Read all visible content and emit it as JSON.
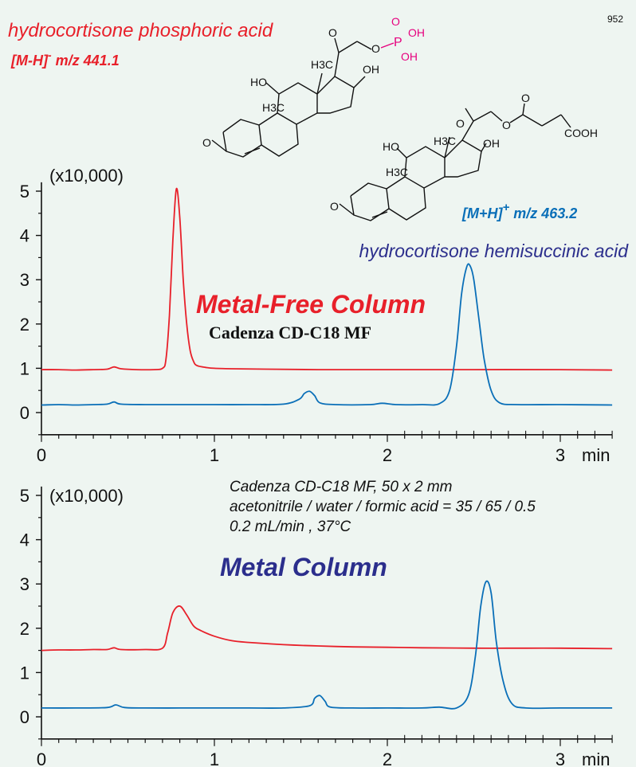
{
  "page_number": "952",
  "colors": {
    "red": "#e8202a",
    "blue": "#0a6fb8",
    "navy": "#2b2e8c",
    "magenta": "#e6007e",
    "ink": "#111111"
  },
  "top": {
    "compound1_name": "hydrocortisone phosphoric acid",
    "compound1_ion_a": "[M-H]",
    "compound1_ion_sup": "-",
    "compound1_ion_b": " m/z 441.1",
    "compound2_name": "hydrocortisone hemisuccinic acid",
    "compound2_ion_a": "[M+H]",
    "compound2_ion_sup": "+",
    "compound2_ion_b": " m/z 463.2",
    "column_title": "Metal-Free Column",
    "column_product": "Cadenza CD-C18 MF",
    "multiplier": "(x10,000)"
  },
  "bottom": {
    "column_title": "Metal Column",
    "multiplier": "(x10,000)",
    "conditions": [
      "Cadenza CD-C18 MF, 50 x 2 mm",
      "acetonitrile / water / formic acid  = 35 / 65 / 0.5",
      "0.2 mL/min ,  37°C"
    ]
  },
  "structures": {
    "phos_labels": [
      "HO",
      "H3C",
      "H3C",
      "OH",
      "O",
      "O",
      "O",
      "P",
      "O",
      "OH",
      "OH"
    ],
    "succ_labels": [
      "HO",
      "H3C",
      "H3C",
      "OH",
      "O",
      "O",
      "O",
      "O",
      "COOH"
    ]
  },
  "chart_data": [
    {
      "type": "line",
      "title": "Metal-Free Column",
      "xlabel": "min",
      "ylabel": "(x10,000)",
      "xlim": [
        0,
        3.3
      ],
      "ylim": [
        -0.5,
        5.2
      ],
      "x_ticks": [
        0,
        1,
        2,
        3
      ],
      "x_tick_labels": [
        "0",
        "1",
        "2",
        "3"
      ],
      "y_ticks": [
        0,
        1,
        2,
        3,
        4,
        5
      ],
      "y_tick_labels": [
        "0",
        "1",
        "2",
        "3",
        "4",
        "5"
      ],
      "series": [
        {
          "name": "hydrocortisone phosphoric acid",
          "color": "#e8202a",
          "x": [
            0,
            0.1,
            0.2,
            0.3,
            0.38,
            0.42,
            0.46,
            0.55,
            0.65,
            0.7,
            0.72,
            0.74,
            0.76,
            0.78,
            0.8,
            0.82,
            0.84,
            0.86,
            0.88,
            0.9,
            0.95,
            1.0,
            1.1,
            1.3,
            1.6,
            2.0,
            2.5,
            3.0,
            3.3
          ],
          "values": [
            0.97,
            0.97,
            0.96,
            0.97,
            0.98,
            1.03,
            0.99,
            0.97,
            0.97,
            1.0,
            1.2,
            2.2,
            3.9,
            5.05,
            4.4,
            3.0,
            2.0,
            1.4,
            1.15,
            1.06,
            1.02,
            1.0,
            0.99,
            0.98,
            0.97,
            0.97,
            0.97,
            0.97,
            0.96
          ]
        },
        {
          "name": "hydrocortisone hemisuccinic acid",
          "color": "#0a6fb8",
          "x": [
            0,
            0.1,
            0.2,
            0.3,
            0.38,
            0.42,
            0.46,
            0.6,
            0.8,
            1.0,
            1.2,
            1.4,
            1.49,
            1.52,
            1.55,
            1.58,
            1.61,
            1.7,
            1.9,
            1.97,
            2.05,
            2.2,
            2.3,
            2.36,
            2.4,
            2.43,
            2.46,
            2.48,
            2.5,
            2.53,
            2.56,
            2.6,
            2.65,
            2.75,
            3.0,
            3.3
          ],
          "values": [
            0.17,
            0.18,
            0.17,
            0.18,
            0.19,
            0.24,
            0.19,
            0.18,
            0.18,
            0.18,
            0.18,
            0.19,
            0.3,
            0.43,
            0.48,
            0.38,
            0.22,
            0.18,
            0.18,
            0.21,
            0.18,
            0.18,
            0.2,
            0.5,
            1.5,
            2.7,
            3.3,
            3.3,
            3.0,
            2.1,
            1.2,
            0.5,
            0.22,
            0.18,
            0.18,
            0.17
          ]
        }
      ]
    },
    {
      "type": "line",
      "title": "Metal Column",
      "xlabel": "min",
      "ylabel": "(x10,000)",
      "xlim": [
        0,
        3.3
      ],
      "ylim": [
        -0.5,
        5.2
      ],
      "x_ticks": [
        0,
        1,
        2,
        3
      ],
      "x_tick_labels": [
        "0",
        "1",
        "2",
        "3"
      ],
      "y_ticks": [
        0,
        1,
        2,
        3,
        4,
        5
      ],
      "y_tick_labels": [
        "0",
        "1",
        "2",
        "3",
        "4",
        "5"
      ],
      "series": [
        {
          "name": "hydrocortisone phosphoric acid",
          "color": "#e8202a",
          "x": [
            0,
            0.1,
            0.2,
            0.3,
            0.38,
            0.42,
            0.46,
            0.6,
            0.7,
            0.73,
            0.76,
            0.8,
            0.84,
            0.88,
            0.92,
            1.0,
            1.1,
            1.2,
            1.4,
            1.6,
            1.8,
            2.0,
            2.2,
            2.5,
            2.8,
            3.0,
            3.3
          ],
          "values": [
            1.5,
            1.51,
            1.51,
            1.52,
            1.52,
            1.56,
            1.52,
            1.52,
            1.55,
            1.9,
            2.35,
            2.5,
            2.3,
            2.05,
            1.95,
            1.82,
            1.72,
            1.68,
            1.63,
            1.6,
            1.58,
            1.57,
            1.56,
            1.55,
            1.55,
            1.55,
            1.54
          ]
        },
        {
          "name": "hydrocortisone hemisuccinic acid",
          "color": "#0a6fb8",
          "x": [
            0,
            0.2,
            0.38,
            0.43,
            0.48,
            0.6,
            0.8,
            1.0,
            1.2,
            1.4,
            1.55,
            1.58,
            1.61,
            1.64,
            1.67,
            1.8,
            2.0,
            2.2,
            2.3,
            2.4,
            2.47,
            2.51,
            2.54,
            2.57,
            2.6,
            2.63,
            2.67,
            2.72,
            2.8,
            3.0,
            3.3
          ],
          "values": [
            0.2,
            0.2,
            0.21,
            0.27,
            0.21,
            0.2,
            0.2,
            0.2,
            0.2,
            0.2,
            0.25,
            0.42,
            0.48,
            0.35,
            0.22,
            0.2,
            0.2,
            0.2,
            0.22,
            0.2,
            0.5,
            1.4,
            2.5,
            3.05,
            2.8,
            1.7,
            0.8,
            0.3,
            0.2,
            0.2,
            0.2
          ]
        }
      ]
    }
  ]
}
